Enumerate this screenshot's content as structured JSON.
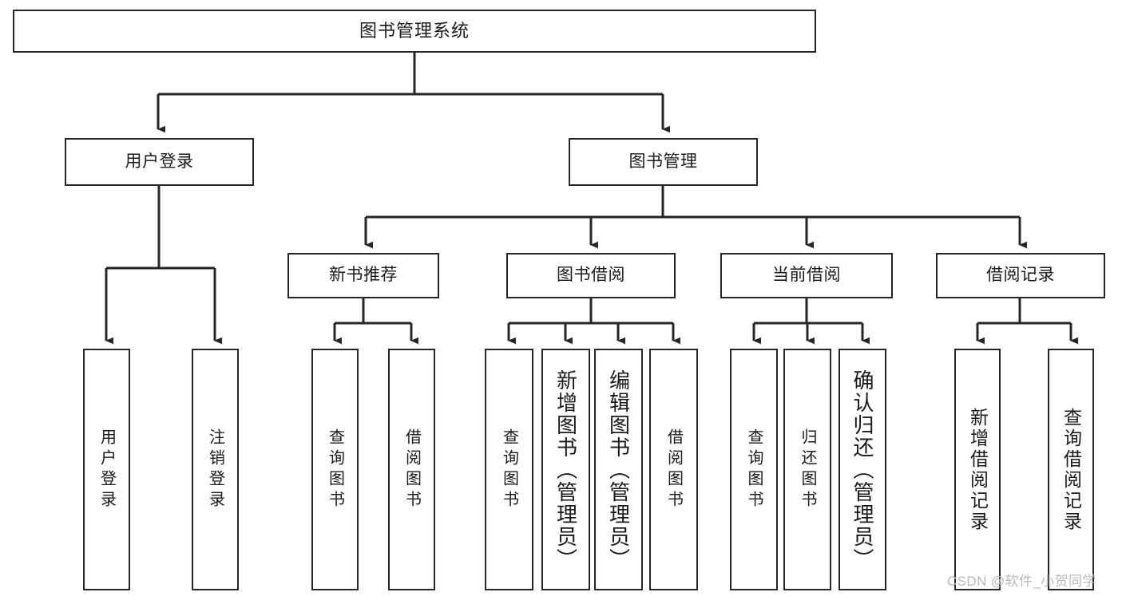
{
  "diagram": {
    "title": "图书管理系统",
    "type": "功能结构图",
    "colors": {
      "stroke": "#262626",
      "fill": "#ffffff",
      "text": "#1a1a1a",
      "watermark": "#b9b9b9"
    },
    "nodes": {
      "root": {
        "label": "图书管理系统"
      },
      "level1": [
        {
          "id": "user-login",
          "label": "用户登录"
        },
        {
          "id": "book-manage",
          "label": "图书管理"
        }
      ],
      "level2": [
        {
          "id": "new-book-recommend",
          "label": "新书推荐"
        },
        {
          "id": "book-borrow",
          "label": "图书借阅"
        },
        {
          "id": "current-borrow",
          "label": "当前借阅"
        },
        {
          "id": "borrow-record",
          "label": "借阅记录"
        }
      ],
      "leaves": {
        "user_login": [
          {
            "id": "leaf-user-login",
            "label": "用户登录"
          },
          {
            "id": "leaf-user-logout",
            "label": "注销登录"
          }
        ],
        "new_book_recommend": [
          {
            "id": "leaf-query-book-1",
            "label": "查询图书"
          },
          {
            "id": "leaf-borrow-book-1",
            "label": "借阅图书"
          }
        ],
        "book_borrow": [
          {
            "id": "leaf-query-book-2",
            "label": "查询图书"
          },
          {
            "id": "leaf-add-book",
            "label": "新增图书（管理员）"
          },
          {
            "id": "leaf-edit-book",
            "label": "编辑图书（管理员）"
          },
          {
            "id": "leaf-borrow-book-2",
            "label": "借阅图书"
          }
        ],
        "current_borrow": [
          {
            "id": "leaf-query-book-3",
            "label": "查询图书"
          },
          {
            "id": "leaf-return-book",
            "label": "归还图书"
          },
          {
            "id": "leaf-confirm-return",
            "label": "确认归还（管理员）"
          }
        ],
        "borrow_record": [
          {
            "id": "leaf-add-record",
            "label": "新增借阅记录"
          },
          {
            "id": "leaf-query-record",
            "label": "查询借阅记录"
          }
        ]
      }
    },
    "watermark": "CSDN @软件_小贺同学"
  }
}
